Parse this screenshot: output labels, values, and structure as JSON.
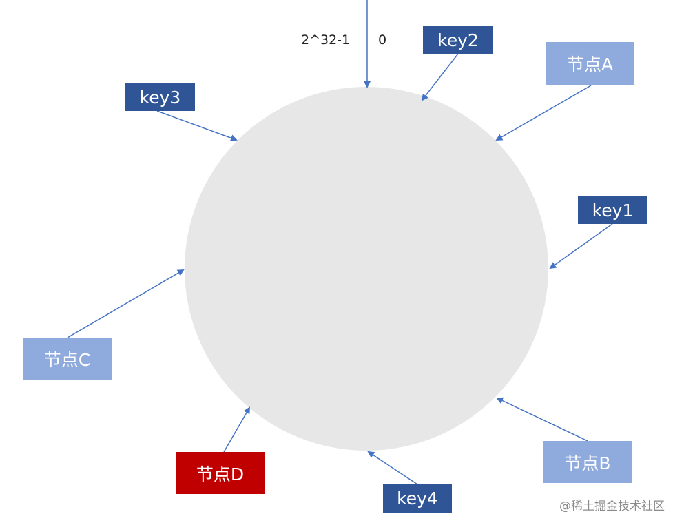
{
  "ring_labels": {
    "max": "2^32-1",
    "zero": "0"
  },
  "keys": {
    "key1": "key1",
    "key2": "key2",
    "key3": "key3",
    "key4": "key4"
  },
  "nodes": {
    "a": "节点A",
    "b": "节点B",
    "c": "节点C",
    "d": "节点D"
  },
  "watermark": "@稀土掘金技术社区",
  "colors": {
    "ring_fill": "#e7e7e7",
    "key_box": "#2f5597",
    "node_box": "#8faadc",
    "highlight_node_box": "#c00000",
    "arrow": "#4472c4"
  }
}
